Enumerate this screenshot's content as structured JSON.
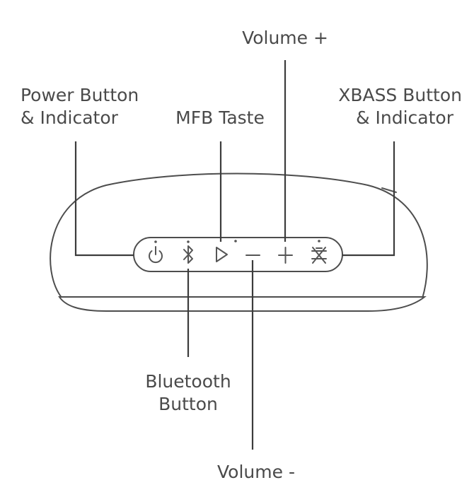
{
  "labels": {
    "volume_plus": "Volume +",
    "power_line1": "Power Button",
    "power_line2": "& Indicator",
    "mfb": "MFB Taste",
    "xbass_line1": "XBASS Button",
    "xbass_line2": "& Indicator",
    "bluetooth_line1": "Bluetooth",
    "bluetooth_line2": "Button",
    "volume_minus": "Volume -"
  },
  "buttons": [
    {
      "icon": "power-icon"
    },
    {
      "icon": "bluetooth-icon"
    },
    {
      "icon": "play-icon"
    },
    {
      "icon": "minus-icon"
    },
    {
      "icon": "plus-icon"
    },
    {
      "icon": "xbass-icon"
    }
  ]
}
